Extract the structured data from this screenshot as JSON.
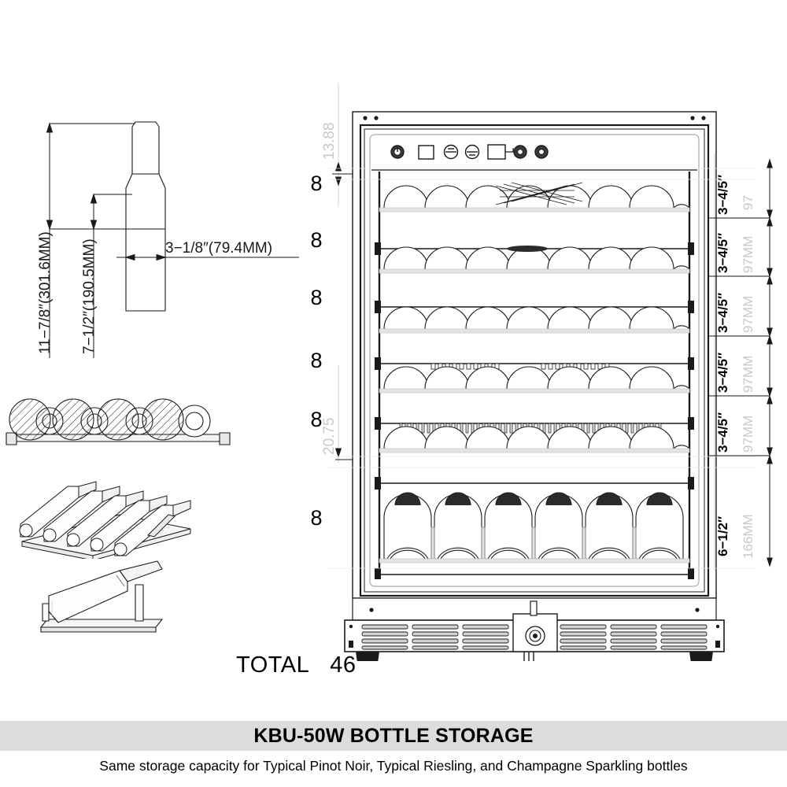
{
  "document": {
    "type": "technical-drawing",
    "product_model": "KBU-50W",
    "caption_title": "KBU-50W  BOTTLE STORAGE",
    "caption_subtitle": "Same storage capacity for Typical Pinot Noir, Typical Riesling, and Champagne Sparkling bottles"
  },
  "bottle_spec": {
    "height_label": "11−7/8″(301.6MM)",
    "body_height_label": "7−1/2″(190.5MM)",
    "diameter_label": "3−1/8″(79.4MM)"
  },
  "capacity": {
    "total_label": "TOTAL",
    "total_value": "46",
    "per_shelf_counts": [
      "8",
      "8",
      "8",
      "8",
      "8",
      "8"
    ]
  },
  "shelf_dimensions": {
    "inch_labels": [
      "3−4/5″",
      "3−4/5″",
      "3−4/5″",
      "3−4/5″",
      "3−4/5″",
      "6−1/2″"
    ],
    "mm_labels": [
      "97",
      "97MM",
      "97MM",
      "97MM",
      "97MM",
      "166MM"
    ]
  },
  "cabinet_dimensions": {
    "top_label": "13.88",
    "mid_label": "20.75"
  },
  "control_panel": {
    "icons": [
      "power-icon",
      "display-square-icon",
      "temp-up-icon",
      "temp-down-icon",
      "light-rectangle-icon",
      "fan-icon",
      "lock-icon"
    ]
  },
  "illustrations": {
    "bottle_profile": "wine-bottle-profile",
    "shelf_top_view": "shelf-top-view-bottles",
    "rack_perspective": "rack-perspective-bottles",
    "display_rack": "display-rack-single-bottle"
  },
  "colors": {
    "line": "#1a1a1a",
    "gray_line": "#b8b8b8",
    "light_gray": "#c9c9c9",
    "caption_bg": "#dcdcdc",
    "fill_light": "#f2f2f2"
  }
}
